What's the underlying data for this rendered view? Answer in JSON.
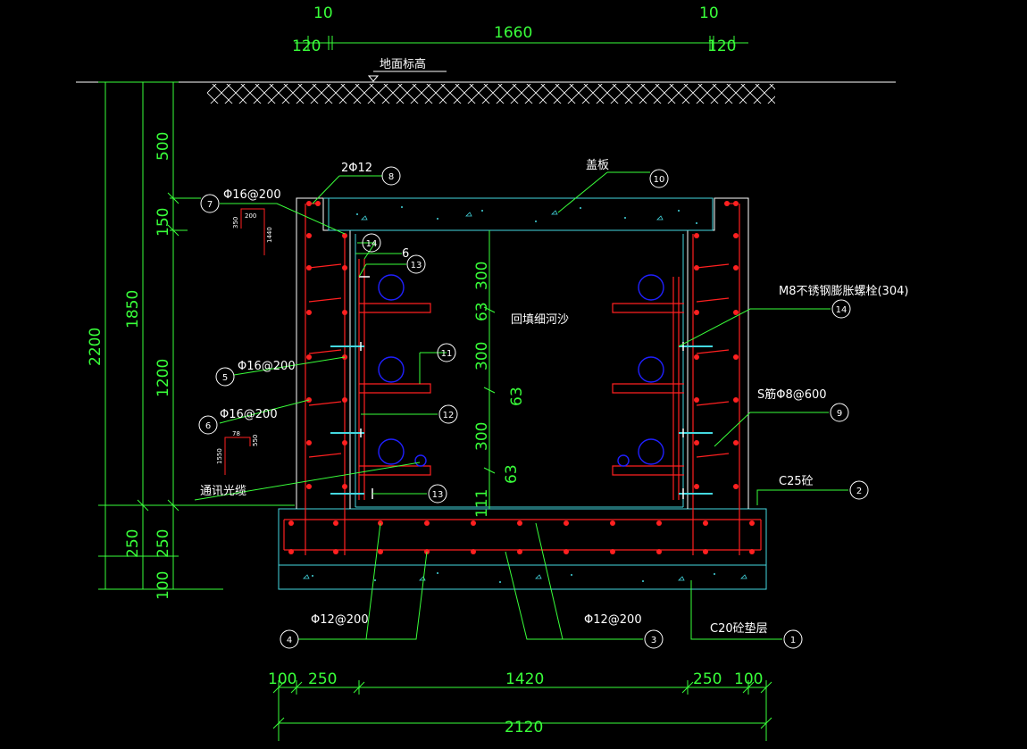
{
  "colors": {
    "background": "#000000",
    "dimension": "#39ff3a",
    "outline": "#ffffff",
    "rebar": "#ff2020",
    "structure": "#44d8e0",
    "cable": "#2020ff",
    "leader": "#39ff3a"
  },
  "top_dims": {
    "d10_left": "10",
    "d10_right": "10",
    "d120_left": "120",
    "d120_right": "120",
    "d1660": "1660"
  },
  "ground_label": "地面标高",
  "left_dims": {
    "d500": "500",
    "d150": "150",
    "d1850": "1850",
    "d1200": "1200",
    "d2200": "2200",
    "d250a": "250",
    "d250b": "250",
    "d100": "100"
  },
  "inner_dims": {
    "d300a": "300",
    "d63a": "63",
    "d300b": "300",
    "d63b": "63",
    "d300c": "300",
    "d63c": "63",
    "d111": "111"
  },
  "bottom_dims": {
    "d100l": "100",
    "d250l": "250",
    "d1420": "1420",
    "d250r": "250",
    "d100r": "100",
    "d2120": "2120"
  },
  "labels": {
    "rebar_2phi12": "2Φ12",
    "cover_plate": "盖板",
    "rebar7": "Φ16@200",
    "rebar5": "Φ16@200",
    "rebar6": "Φ16@200",
    "detail7_a": "200",
    "detail7_b": "350",
    "detail7_c": "1440",
    "detail6_a": "78",
    "detail6_b": "1550",
    "detail6_c": "550",
    "six": "6",
    "backfill": "回填细河沙",
    "bolt": "M8不锈钢膨胀螺栓(304)",
    "s_rebar": "S筋Φ8@600",
    "concrete": "C25砼",
    "cable": "通讯光缆",
    "rebar4": "Φ12@200",
    "rebar3": "Φ12@200",
    "cushion": "C20砼垫层"
  },
  "callouts": {
    "c1": "1",
    "c2": "2",
    "c3": "3",
    "c4": "4",
    "c5": "5",
    "c6": "6",
    "c7": "7",
    "c8": "8",
    "c9": "9",
    "c10": "10",
    "c11": "11",
    "c12": "12",
    "c13a": "13",
    "c13b": "13",
    "c14a": "14",
    "c14b": "14"
  }
}
